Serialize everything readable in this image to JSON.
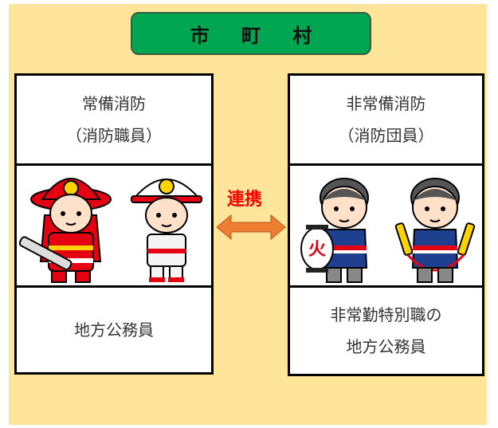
{
  "title": "市 町 村",
  "left": {
    "heading": "常備消防",
    "subheading": "（消防職員）",
    "footer": "地方公務員"
  },
  "right": {
    "heading": "非常備消防",
    "subheading": "（消防団員）",
    "footer_line1": "非常勤特別職の",
    "footer_line2": "地方公務員"
  },
  "link_label": "連携",
  "colors": {
    "background": "#ffe599",
    "title_box": "#00a651",
    "arrow": "#ed7d31",
    "link_label": "#ff0000",
    "firefighter_red": "#e50012",
    "volunteer_blue": "#1f3f8f"
  },
  "icons": {
    "left_figures": [
      "firefighter-in-turnout-gear",
      "firefighter-in-work-uniform"
    ],
    "right_figures": [
      "volunteer-with-lantern",
      "volunteer-with-ropes"
    ]
  },
  "lantern_glyph": "火"
}
